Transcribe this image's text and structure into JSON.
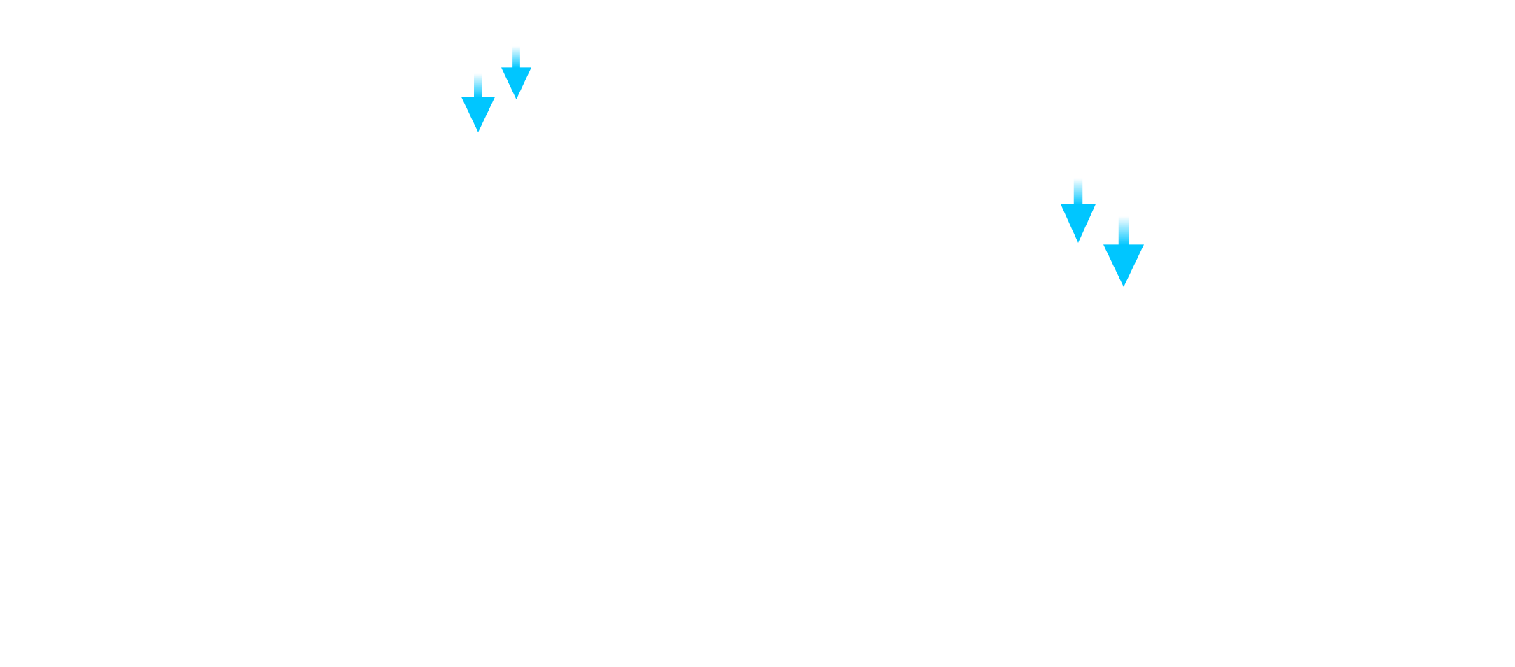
{
  "canvas": {
    "background": "#ffffff"
  },
  "arrows": [
    {
      "icon": "down-arrow-icon",
      "color": "#00c6ff",
      "direction": "down"
    },
    {
      "icon": "down-arrow-icon",
      "color": "#00c6ff",
      "direction": "down"
    },
    {
      "icon": "down-arrow-icon",
      "color": "#00c6ff",
      "direction": "down"
    },
    {
      "icon": "down-arrow-icon",
      "color": "#00c6ff",
      "direction": "down"
    }
  ]
}
